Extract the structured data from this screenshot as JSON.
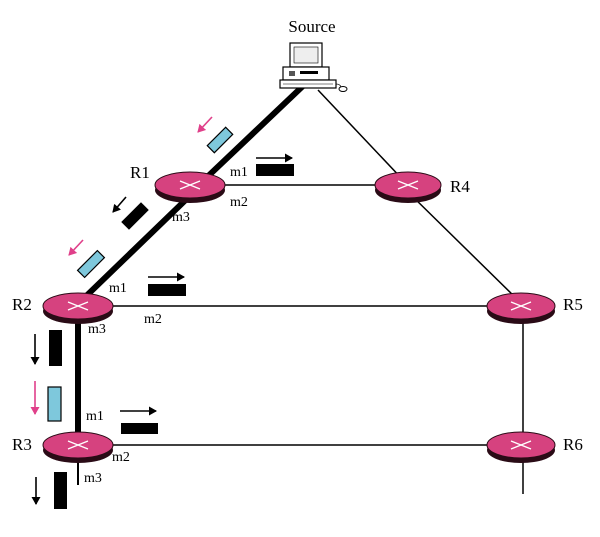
{
  "diagram": {
    "source_label": "Source",
    "routers": {
      "r1": "R1",
      "r2": "R2",
      "r3": "R3",
      "r4": "R4",
      "r5": "R5",
      "r6": "R6"
    },
    "ports": {
      "r1_m1": "m1",
      "r1_m2": "m2",
      "r1_m3": "m3",
      "r2_m1": "m1",
      "r2_m2": "m2",
      "r2_m3": "m3",
      "r3_m1": "m1",
      "r3_m2": "m2",
      "r3_m3": "m3"
    },
    "colors": {
      "router_top": "#d6427f",
      "router_side": "#2a0b16",
      "packet_blue": "#7ec8dc",
      "packet_black": "#000000",
      "arrow_magenta": "#e0408a",
      "link": "#000000"
    }
  }
}
